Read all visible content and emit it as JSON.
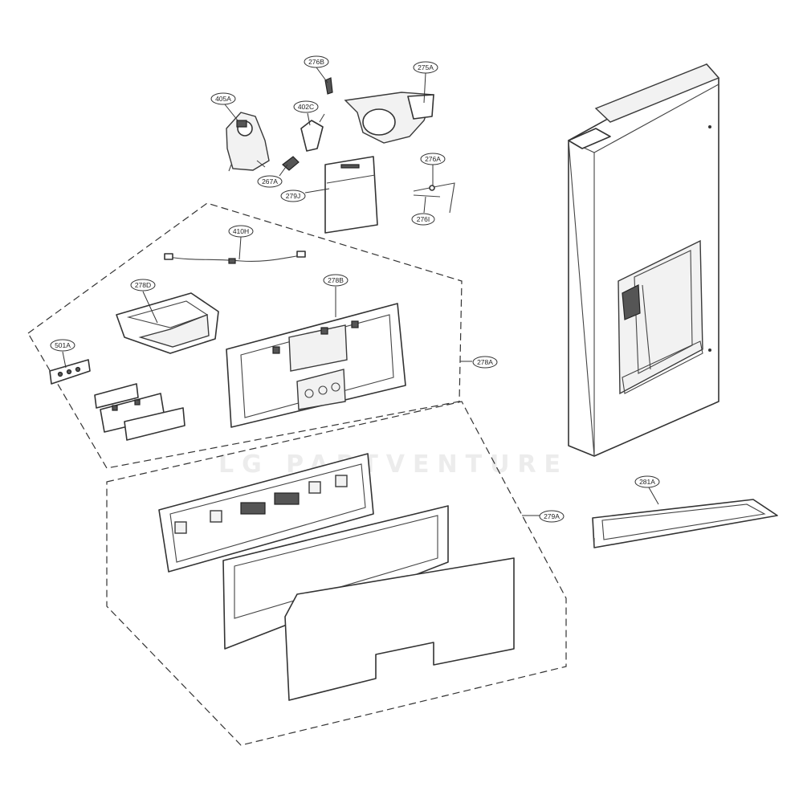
{
  "watermark": "LG PARTVENTURE",
  "callouts": {
    "c276B": "276B",
    "c275A": "275A",
    "c405A": "405A",
    "c402C": "402C",
    "c267A": "267A",
    "c279J": "279J",
    "c276A": "276A",
    "c276I": "276I",
    "c410H": "410H",
    "c278D": "278D",
    "c278B": "278B",
    "c501A": "501A",
    "c278A": "278A",
    "c279A": "279A",
    "c281A": "281A"
  }
}
